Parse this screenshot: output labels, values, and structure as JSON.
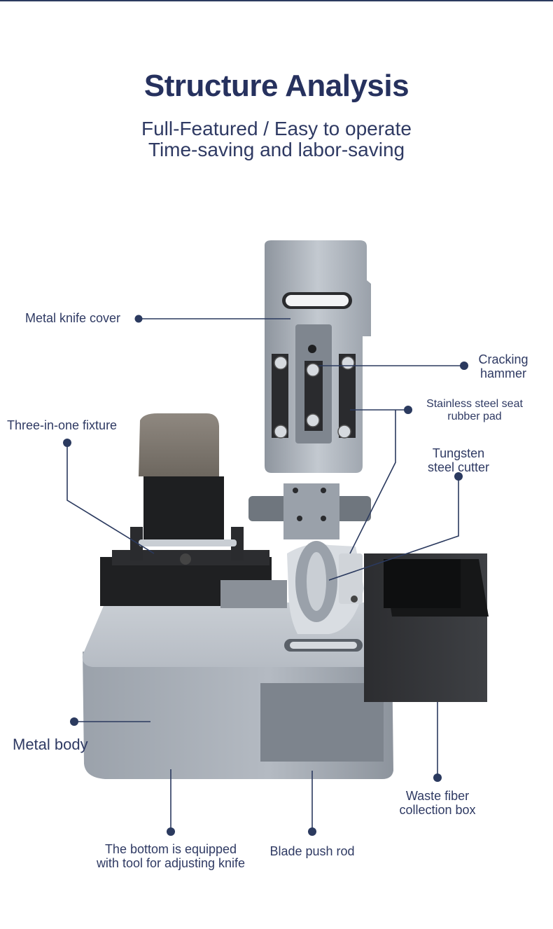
{
  "header": {
    "title": "Structure Analysis",
    "subtitle_line1": "Full-Featured / Easy to operate",
    "subtitle_line2": "Time-saving and labor-saving"
  },
  "labels": {
    "metal_knife_cover": "Metal knife cover",
    "cracking_hammer_1": "Cracking",
    "cracking_hammer_2": "hammer",
    "seat_pad_1": "Stainless steel seat",
    "seat_pad_2": "rubber pad",
    "three_in_one": "Three-in-one fixture",
    "tungsten_1": "Tungsten",
    "tungsten_2": "steel cutter",
    "metal_body": "Metal body",
    "waste_box_1": "Waste fiber",
    "waste_box_2": "collection box",
    "bottom_tool_1": "The bottom is equipped",
    "bottom_tool_2": "with tool for adjusting knife",
    "push_rod": "Blade push rod"
  },
  "colors": {
    "title": "#26315e",
    "callout_line": "#2b3a5f",
    "metal": "#a9b0b9",
    "dark": "#2a2b2e"
  }
}
